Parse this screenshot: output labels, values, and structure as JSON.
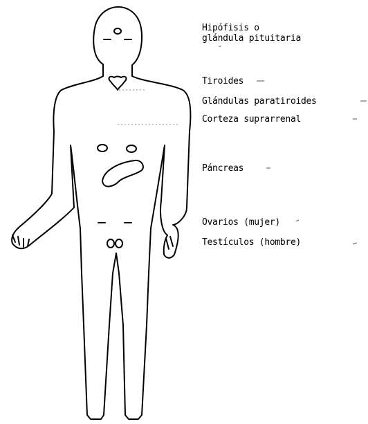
{
  "diagram": {
    "colors": {
      "ink": "#000000",
      "background": "#ffffff",
      "guide": "#888888"
    },
    "labels": {
      "hipofisis_line1": "Hipófisis o",
      "hipofisis_line2": "glándula pituitaria",
      "tiroides": "Tiroides",
      "paratiroides": "Glándulas paratiroides",
      "suprarrenal": "Corteza suprarrenal",
      "pancreas": "Páncreas",
      "ovarios": "Ovarios (mujer)",
      "testiculos": "Testículos (hombre)"
    }
  }
}
